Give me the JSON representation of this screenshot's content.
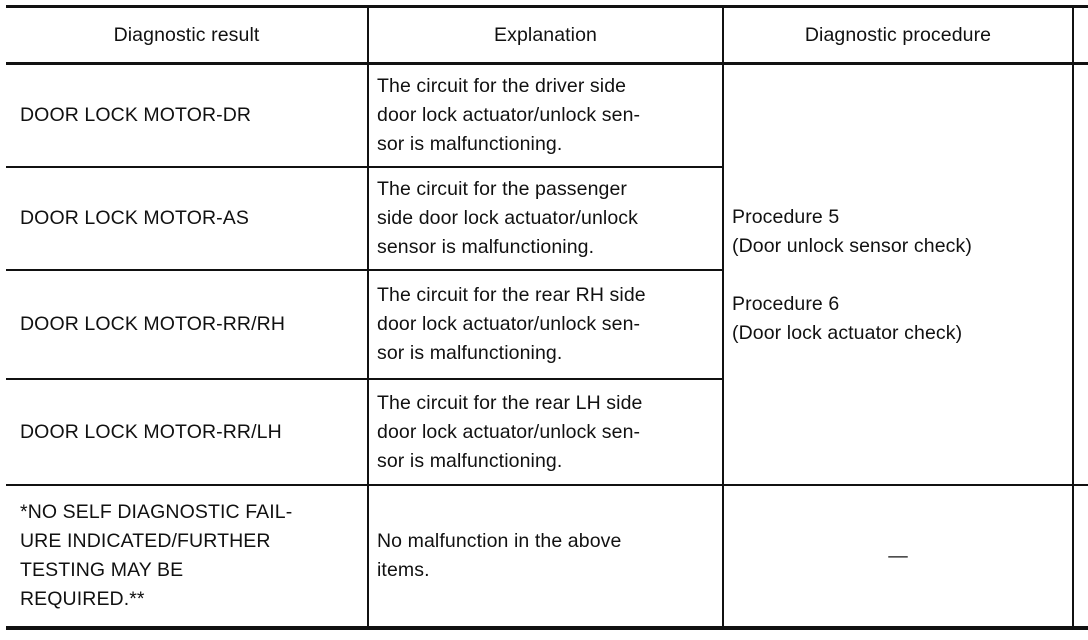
{
  "table": {
    "headers": [
      "Diagnostic result",
      "Explanation",
      "Diagnostic procedure"
    ],
    "rows": [
      {
        "result": "DOOR LOCK MOTOR-DR",
        "explanation": "The circuit for the driver side\ndoor lock actuator/unlock sen-\nsor is malfunctioning."
      },
      {
        "result": "DOOR LOCK MOTOR-AS",
        "explanation": "The circuit for the passenger\nside door lock actuator/unlock\nsensor is malfunctioning."
      },
      {
        "result": "DOOR LOCK MOTOR-RR/RH",
        "explanation": "The circuit for the rear RH side\ndoor lock actuator/unlock sen-\nsor is malfunctioning."
      },
      {
        "result": "DOOR LOCK MOTOR-RR/LH",
        "explanation": "The circuit for the rear LH side\ndoor lock actuator/unlock sen-\nsor is malfunctioning."
      },
      {
        "result": "*NO SELF DIAGNOSTIC FAIL-\nURE INDICATED/FURTHER\nTESTING MAY BE\nREQUIRED.**",
        "explanation": "No malfunction in the above\nitems."
      }
    ],
    "procedure_merged": "Procedure 5\n(Door unlock sensor check)\n\nProcedure 6\n(Door lock actuator check)",
    "procedure_last": "—"
  }
}
